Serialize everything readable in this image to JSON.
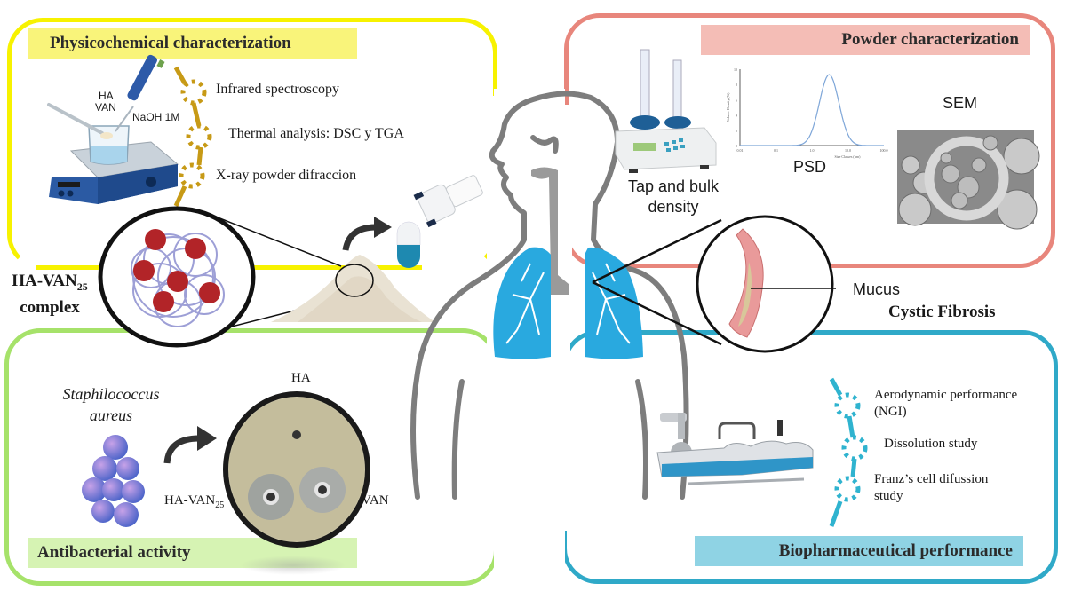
{
  "colors": {
    "physicochemical": "#f7f200",
    "physicochemical_fill": "#f9f47a",
    "powder": "#e8867c",
    "powder_fill": "#f4bdb6",
    "antibacterial": "#a6e26a",
    "antibacterial_fill": "#d6f3b3",
    "biopharm": "#2fa9c8",
    "biopharm_fill": "#8fd3e4",
    "dots_gold": "#c79a16",
    "dots_blue": "#2fb3cf",
    "lung_blue": "#29a9df",
    "body_gray": "#7d7d7d"
  },
  "panels": {
    "physicochemical": {
      "title": "Physicochemical characterization",
      "reagent_labels": [
        "HA",
        "VAN"
      ],
      "pipette_label": "NaOH 1M",
      "techniques": [
        "Infrared spectroscopy",
        "Thermal analysis: DSC y TGA",
        "X-ray powder difraccion"
      ]
    },
    "powder": {
      "title": "Powder characterization",
      "tap_label_line1": "Tap and bulk",
      "tap_label_line2": "density",
      "psd_label": "PSD",
      "sem_label": "SEM",
      "psd_chart": {
        "ylabel": "Volume Density (%)",
        "xlabel": "Size Classes (µm)",
        "yticks": [
          "0",
          "2",
          "4",
          "6",
          "8",
          "10"
        ],
        "xticks": [
          "0.01",
          "0.1",
          "1.0",
          "10.0",
          "100.0"
        ]
      }
    },
    "antibacterial": {
      "title": "Antibacterial activity",
      "organism_line1": "Staphilococcus",
      "organism_line2": "aureus",
      "plate_labels": {
        "top": "HA",
        "left_main": "HA-VAN",
        "left_sub": "25",
        "right": "VAN"
      }
    },
    "biopharm": {
      "title": "Biopharmaceutical performance",
      "techniques": [
        {
          "line1": "Aerodynamic performance",
          "line2": "(NGI)"
        },
        {
          "line1": "Dissolution study",
          "line2": ""
        },
        {
          "line1": "Franz’s cell difussion",
          "line2": "study"
        }
      ]
    }
  },
  "complex": {
    "line1_main": "HA-VAN",
    "line1_sub": "25",
    "line2": "complex"
  },
  "airway": {
    "mucus_label": "Mucus",
    "disease_label": "Cystic Fibrosis"
  }
}
